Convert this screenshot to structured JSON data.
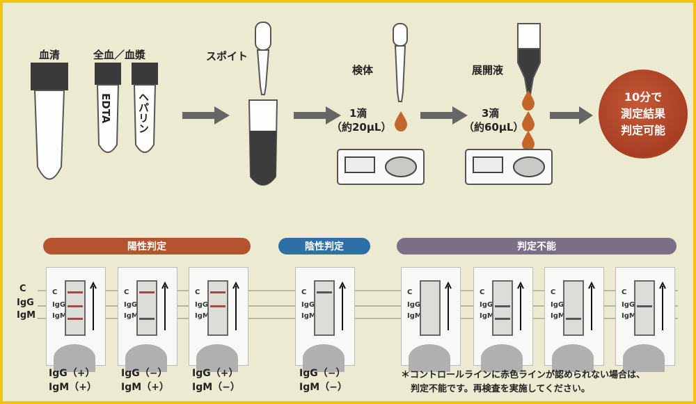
{
  "steps": {
    "serum_label": "血清",
    "whole_blood_label": "全血／血漿",
    "tube_edta": "EDTA",
    "tube_heparin": "ヘパリン",
    "pipette_label": "スポイト",
    "specimen_label": "検体",
    "specimen_drops": "1滴",
    "specimen_volume": "（約20μL）",
    "buffer_label": "展開液",
    "buffer_drops": "3滴",
    "buffer_volume": "（約60μL）",
    "result_line1": "10分で",
    "result_line2": "測定結果",
    "result_line3": "判定可能"
  },
  "categories": {
    "positive": "陽性判定",
    "negative": "陰性判定",
    "invalid": "判定不能"
  },
  "side_labels": {
    "c": "C",
    "igg": "IgG",
    "igm": "IgM"
  },
  "cassette_labels": {
    "c": "C",
    "igg": "IgG",
    "igm": "IgM"
  },
  "results": {
    "r1_igg": "IgG（+）",
    "r1_igm": "IgM（+）",
    "r2_igg": "IgG（−）",
    "r2_igm": "IgM（+）",
    "r3_igg": "IgG（+）",
    "r3_igm": "IgM（−）",
    "r4_igg": "IgG（−）",
    "r4_igm": "IgM（−）"
  },
  "note": {
    "line1": "＊コントロールラインに赤色ラインが認められない場合は、",
    "line2": "判定不能です。再検査を実施してください。"
  },
  "colors": {
    "positive_bar": "#b5532f",
    "negative_bar": "#2e6fa8",
    "invalid_bar": "#7a6f86",
    "result_circle": "#b8482a",
    "drop": "#c2662c",
    "red_line": "#c33a3a",
    "gray_line": "#555555"
  }
}
